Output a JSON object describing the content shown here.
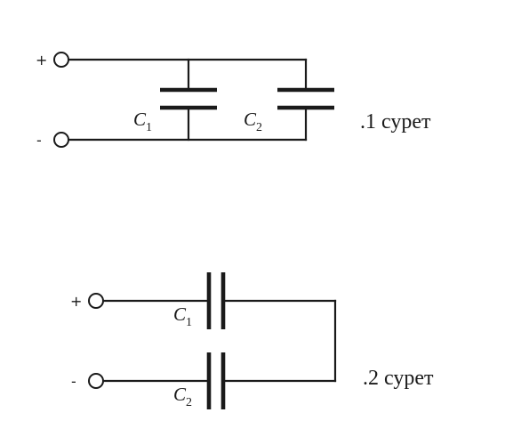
{
  "figure1": {
    "terminal_plus": "+",
    "terminal_minus": "-",
    "c1": {
      "letter": "C",
      "subscript": "1"
    },
    "c2": {
      "letter": "C",
      "subscript": "2"
    },
    "caption": ".1 сурет"
  },
  "figure2": {
    "terminal_plus": "+",
    "terminal_minus": "-",
    "c1": {
      "letter": "C",
      "subscript": "1"
    },
    "c2": {
      "letter": "C",
      "subscript": "2"
    },
    "caption": ".2 сурет"
  }
}
